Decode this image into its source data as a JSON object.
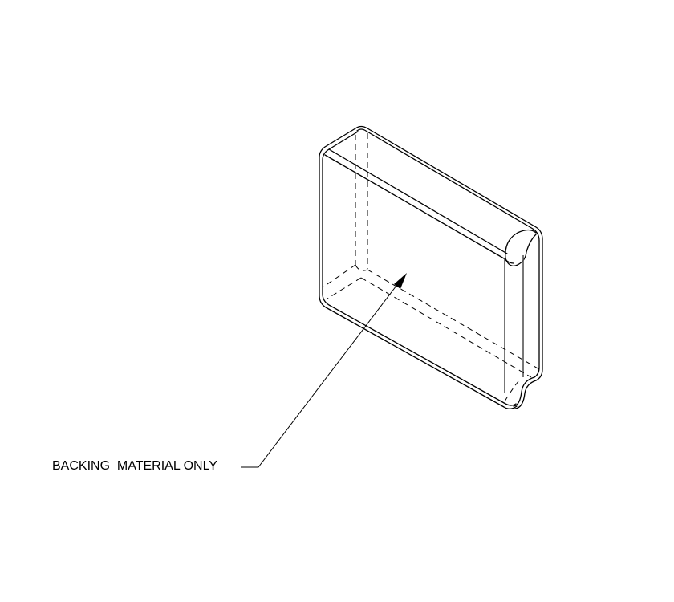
{
  "drawing": {
    "view": "isometric",
    "part": "rounded rectangular pad",
    "annotation": {
      "label": "BACKING  MATERIAL ONLY",
      "leader_style": "arrow"
    },
    "colors": {
      "background": "#ffffff",
      "linework": "#000000"
    }
  }
}
